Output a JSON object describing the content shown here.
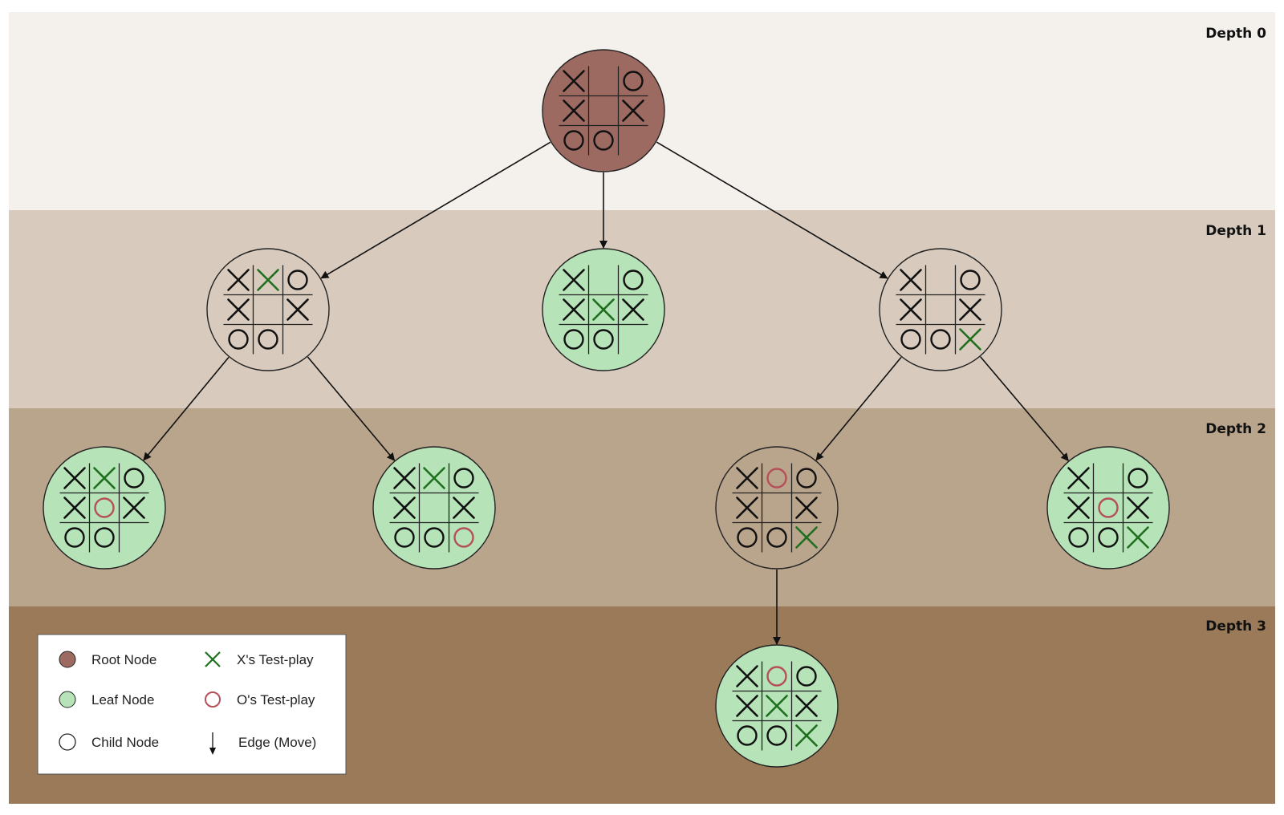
{
  "colors": {
    "band_0": "#f4f1ed",
    "band_1": "#d8cbbd",
    "band_2": "#b9a48c",
    "band_3": "#9a7a58",
    "root_node": "#9d6a62",
    "leaf_node": "#b6e3b8",
    "child_node": "#d8cbbd",
    "child_node_depth2": "#b9a48c",
    "x_mark": "#111111",
    "o_mark": "#111111",
    "x_test_play": "#1e6f1e",
    "o_test_play": "#b5505a",
    "edge": "#111111"
  },
  "depth_labels": [
    "Depth 0",
    "Depth 1",
    "Depth 2",
    "Depth 3"
  ],
  "nodes": [
    {
      "id": "root",
      "depth": 0,
      "type": "root",
      "board": [
        "X",
        "",
        "O",
        "X",
        "",
        "X",
        "O",
        "O",
        ""
      ],
      "test": [
        "",
        "",
        "",
        "",
        "",
        "",
        "",
        "",
        ""
      ]
    },
    {
      "id": "d1-left",
      "depth": 1,
      "type": "child",
      "board": [
        "X",
        "X",
        "O",
        "X",
        "",
        "X",
        "O",
        "O",
        ""
      ],
      "test": [
        "",
        "x",
        "",
        "",
        "",
        "",
        "",
        "",
        ""
      ]
    },
    {
      "id": "d1-middle",
      "depth": 1,
      "type": "leaf",
      "board": [
        "X",
        "",
        "O",
        "X",
        "X",
        "X",
        "O",
        "O",
        ""
      ],
      "test": [
        "",
        "",
        "",
        "",
        "x",
        "",
        "",
        "",
        ""
      ]
    },
    {
      "id": "d1-right",
      "depth": 1,
      "type": "child",
      "board": [
        "X",
        "",
        "O",
        "X",
        "",
        "X",
        "O",
        "O",
        "X"
      ],
      "test": [
        "",
        "",
        "",
        "",
        "",
        "",
        "",
        "",
        "x"
      ]
    },
    {
      "id": "d2-a",
      "depth": 2,
      "type": "leaf",
      "board": [
        "X",
        "X",
        "O",
        "X",
        "O",
        "X",
        "O",
        "O",
        ""
      ],
      "test": [
        "",
        "x",
        "",
        "",
        "o",
        "",
        "",
        "",
        ""
      ]
    },
    {
      "id": "d2-b",
      "depth": 2,
      "type": "leaf",
      "board": [
        "X",
        "X",
        "O",
        "X",
        "",
        "X",
        "O",
        "O",
        "O"
      ],
      "test": [
        "",
        "x",
        "",
        "",
        "",
        "",
        "",
        "",
        "o"
      ]
    },
    {
      "id": "d2-c",
      "depth": 2,
      "type": "child",
      "board": [
        "X",
        "O",
        "O",
        "X",
        "",
        "X",
        "O",
        "O",
        "X"
      ],
      "test": [
        "",
        "o",
        "",
        "",
        "",
        "",
        "",
        "",
        "x"
      ]
    },
    {
      "id": "d2-d",
      "depth": 2,
      "type": "leaf",
      "board": [
        "X",
        "",
        "O",
        "X",
        "O",
        "X",
        "O",
        "O",
        "X"
      ],
      "test": [
        "",
        "",
        "",
        "",
        "o",
        "",
        "",
        "",
        "x"
      ]
    },
    {
      "id": "d3-a",
      "depth": 3,
      "type": "leaf",
      "board": [
        "X",
        "O",
        "O",
        "X",
        "X",
        "X",
        "O",
        "O",
        "X"
      ],
      "test": [
        "",
        "o",
        "",
        "",
        "x",
        "",
        "",
        "",
        "x"
      ]
    }
  ],
  "edges": [
    [
      "root",
      "d1-left"
    ],
    [
      "root",
      "d1-middle"
    ],
    [
      "root",
      "d1-right"
    ],
    [
      "d1-left",
      "d2-a"
    ],
    [
      "d1-left",
      "d2-b"
    ],
    [
      "d1-right",
      "d2-c"
    ],
    [
      "d1-right",
      "d2-d"
    ],
    [
      "d2-c",
      "d3-a"
    ]
  ],
  "legend": {
    "items": [
      {
        "key": "root",
        "label": "Root Node"
      },
      {
        "key": "leaf",
        "label": "Leaf Node"
      },
      {
        "key": "child",
        "label": "Child Node"
      },
      {
        "key": "x_test",
        "label": "X's Test-play"
      },
      {
        "key": "o_test",
        "label": "O's Test-play"
      },
      {
        "key": "edge",
        "label": "Edge (Move)"
      }
    ]
  }
}
